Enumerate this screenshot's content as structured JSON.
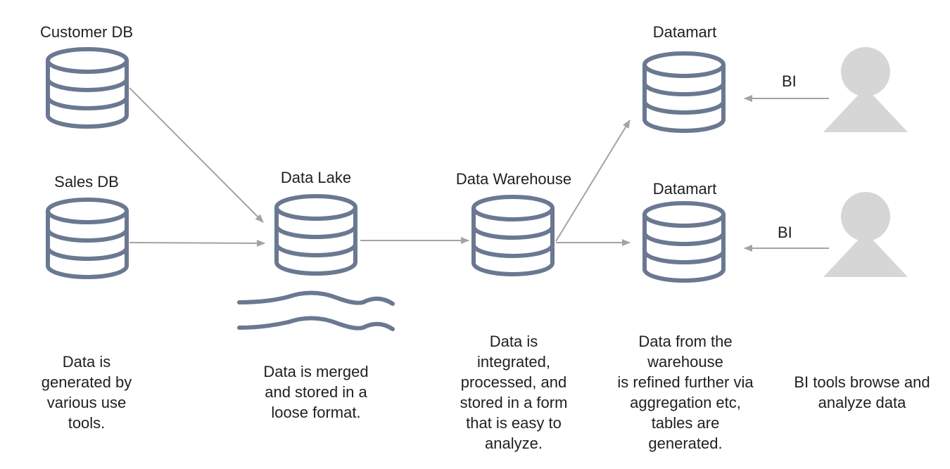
{
  "colors": {
    "db_stroke": "#6b7891",
    "arrow": "#a3a3a3",
    "user_fill": "#d6d6d6",
    "text": "#1f1f1f"
  },
  "sources": {
    "customer_db": {
      "label": "Customer DB"
    },
    "sales_db": {
      "label": "Sales DB"
    },
    "description": "Data is\ngenerated by\nvarious use\ntools."
  },
  "lake": {
    "label": "Data Lake",
    "description": "Data is merged\nand stored in a\nloose format."
  },
  "warehouse": {
    "label": "Data Warehouse",
    "description": "Data is\nintegrated,\nprocessed, and\nstored in a form\nthat is easy to\nanalyze."
  },
  "datamarts": {
    "top": {
      "label": "Datamart"
    },
    "bottom": {
      "label": "Datamart"
    },
    "description": "Data from the\nwarehouse\nis refined further via\naggregation etc,\ntables are\ngenerated."
  },
  "bi": {
    "top_label": "BI",
    "bottom_label": "BI",
    "description": "BI tools browse and\nanalyze data"
  },
  "icons": {
    "database": "database-icon",
    "user": "user-icon",
    "waves": "water-waves-icon"
  }
}
